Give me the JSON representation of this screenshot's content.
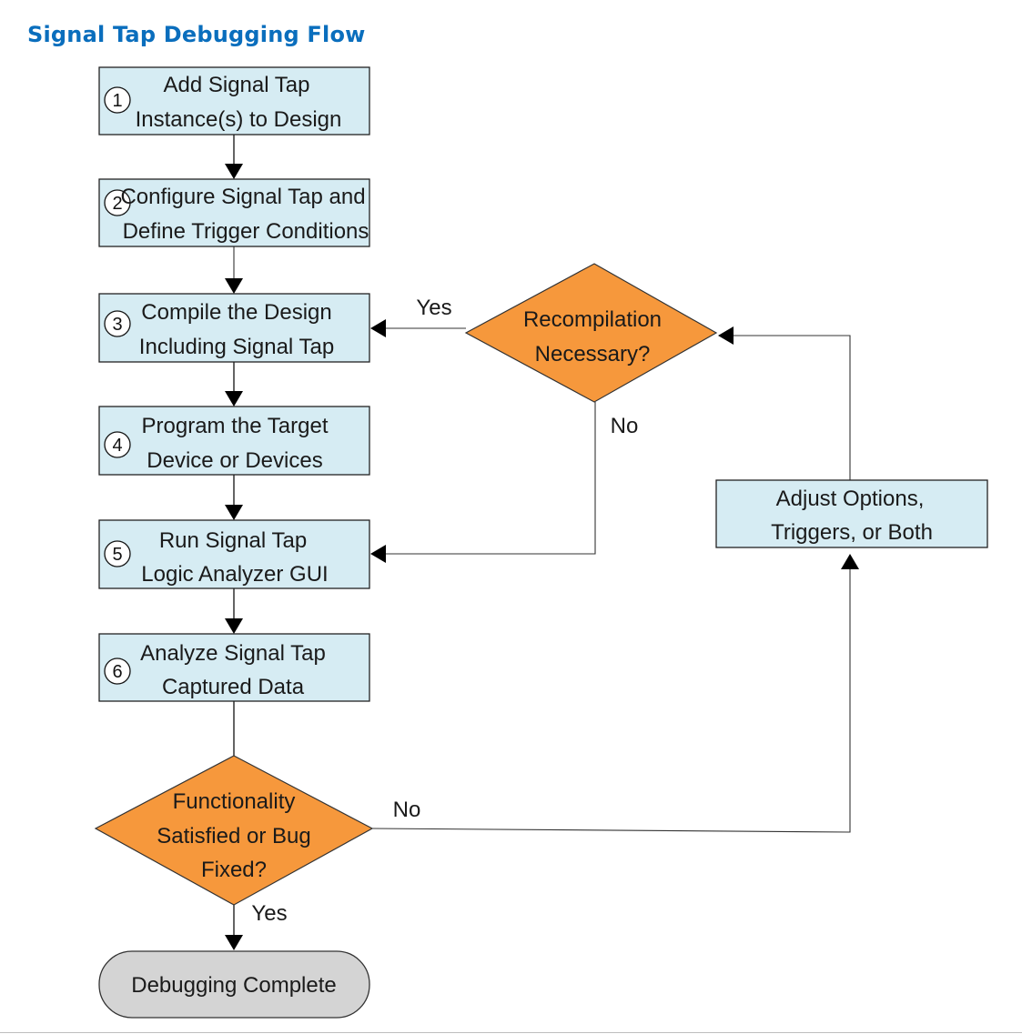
{
  "title": "Signal Tap Debugging Flow",
  "steps": [
    {
      "number": "1",
      "lines": [
        "Add Signal Tap",
        "Instance(s) to Design"
      ]
    },
    {
      "number": "2",
      "lines": [
        "Configure Signal Tap and",
        "Define Trigger Conditions"
      ]
    },
    {
      "number": "3",
      "lines": [
        "Compile the Design",
        "Including Signal Tap"
      ]
    },
    {
      "number": "4",
      "lines": [
        "Program the Target",
        "Device or Devices"
      ]
    },
    {
      "number": "5",
      "lines": [
        "Run Signal Tap",
        "Logic Analyzer GUI"
      ]
    },
    {
      "number": "6",
      "lines": [
        "Analyze Signal Tap",
        "Captured Data"
      ]
    }
  ],
  "decision_recompile": {
    "lines": [
      "Recompilation",
      "Necessary?"
    ],
    "yes_label": "Yes",
    "no_label": "No"
  },
  "decision_functionality": {
    "lines": [
      "Functionality",
      "Satisfied or Bug",
      "Fixed?"
    ],
    "yes_label": "Yes",
    "no_label": "No"
  },
  "adjust": {
    "lines": [
      "Adjust Options,",
      "Triggers, or Both"
    ]
  },
  "terminal": {
    "label": "Debugging Complete"
  },
  "colors": {
    "title": "#0a6ebd",
    "process_fill": "#d6ecf3",
    "decision_fill": "#f6983c",
    "terminal_fill": "#d4d4d4"
  }
}
